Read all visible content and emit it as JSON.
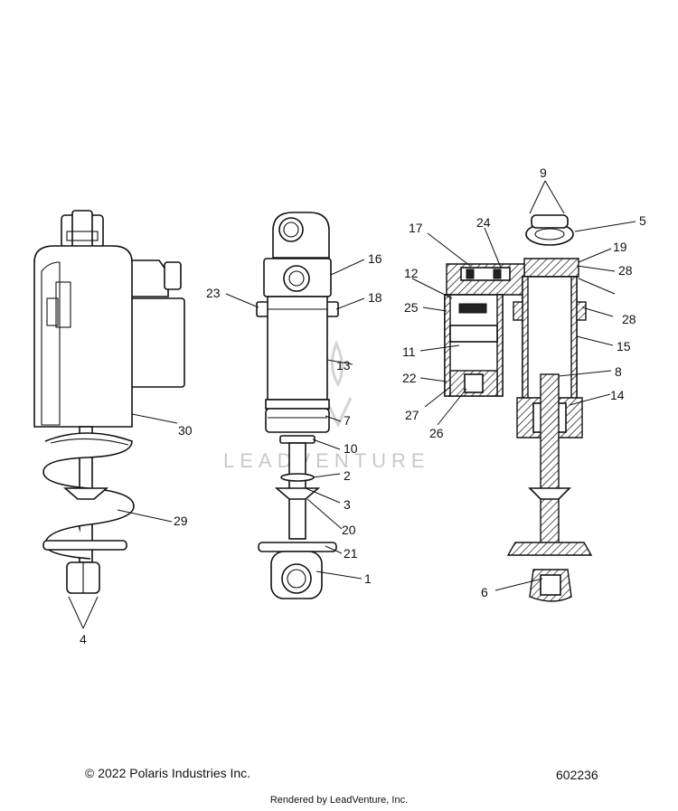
{
  "watermark": "LEADVENTURE",
  "callouts": [
    {
      "id": "9",
      "label": "9"
    },
    {
      "id": "5",
      "label": "5"
    },
    {
      "id": "17",
      "label": "17"
    },
    {
      "id": "24",
      "label": "24"
    },
    {
      "id": "19",
      "label": "19"
    },
    {
      "id": "16",
      "label": "16"
    },
    {
      "id": "12",
      "label": "12"
    },
    {
      "id": "28a",
      "label": "28"
    },
    {
      "id": "23",
      "label": "23"
    },
    {
      "id": "18",
      "label": "18"
    },
    {
      "id": "25",
      "label": "25"
    },
    {
      "id": "28b",
      "label": "28"
    },
    {
      "id": "11",
      "label": "11"
    },
    {
      "id": "15",
      "label": "15"
    },
    {
      "id": "13",
      "label": "13"
    },
    {
      "id": "8",
      "label": "8"
    },
    {
      "id": "22",
      "label": "22"
    },
    {
      "id": "14",
      "label": "14"
    },
    {
      "id": "27",
      "label": "27"
    },
    {
      "id": "30",
      "label": "30"
    },
    {
      "id": "7",
      "label": "7"
    },
    {
      "id": "26",
      "label": "26"
    },
    {
      "id": "10",
      "label": "10"
    },
    {
      "id": "2",
      "label": "2"
    },
    {
      "id": "3",
      "label": "3"
    },
    {
      "id": "29",
      "label": "29"
    },
    {
      "id": "20",
      "label": "20"
    },
    {
      "id": "21",
      "label": "21"
    },
    {
      "id": "1",
      "label": "1"
    },
    {
      "id": "6",
      "label": "6"
    },
    {
      "id": "4",
      "label": "4"
    }
  ],
  "footer": {
    "copyright": "© 2022 Polaris Industries Inc.",
    "diagram_number": "602236",
    "rendered_by": "Rendered by LeadVenture, Inc."
  }
}
